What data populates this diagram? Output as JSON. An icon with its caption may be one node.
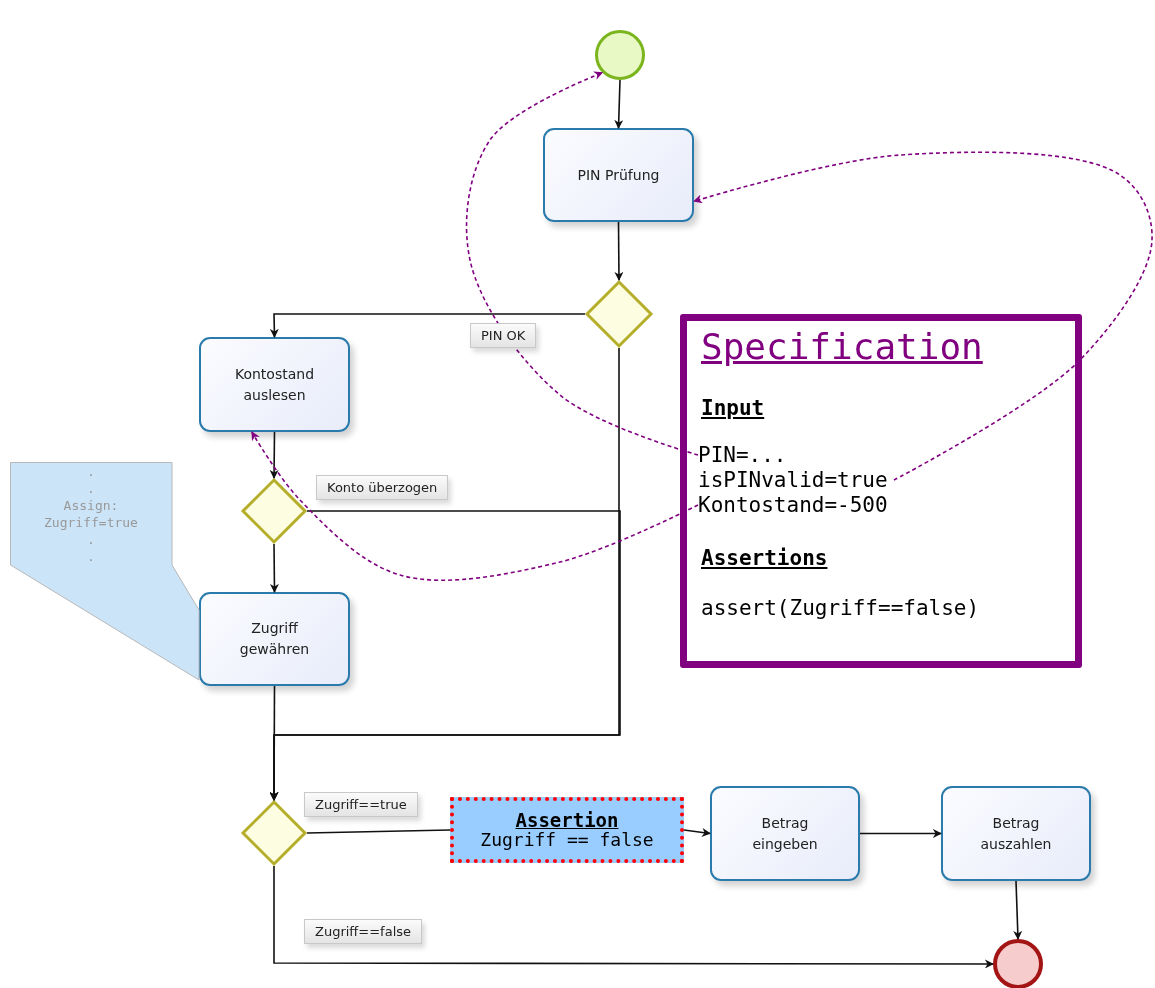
{
  "diagram": {
    "nodes": [
      {
        "text": [],
        "shape": "circle"
      },
      {
        "text": [
          "PIN Prüfung"
        ]
      },
      {
        "text": [],
        "shape": "diamond"
      },
      {
        "text": [
          "Kontostand auslesen"
        ]
      },
      {
        "text": [],
        "shape": "diamond"
      },
      {
        "text": [
          "Zugriff gewähren"
        ]
      },
      {
        "text": [],
        "shape": "diamond"
      },
      {
        "text": [
          "Assertion",
          "Zugriff == false"
        ]
      },
      {
        "text": [
          "Betrag eingeben"
        ]
      },
      {
        "text": [
          "Betrag auszahlen"
        ]
      },
      {
        "text": [],
        "shape": "circle"
      },
      {
        "text": [
          ". .",
          "Assign: Zugriff=true",
          ". ."
        ]
      },
      {
        "text": [
          "Specification",
          "Input",
          "Assertions",
          "assert(Zugriff==false)"
        ]
      },
      {
        "text": [
          "PIN=..."
        ],
        "in": 12
      },
      {
        "text": [
          "isPINvalid=true"
        ],
        "in": 12
      },
      {
        "text": [
          "Kontostand=-500"
        ],
        "in": 12
      }
    ],
    "edges": [
      {
        "from": 0,
        "to": 1,
        "arrow": "to"
      },
      {
        "from": 1,
        "to": 2,
        "arrow": "to"
      },
      {
        "from": 2,
        "to": 3,
        "arrow": "to",
        "label": "PIN OK"
      },
      {
        "from": 3,
        "to": 4,
        "arrow": "to"
      },
      {
        "from": 4,
        "to": 5,
        "arrow": "to"
      },
      {
        "from": 4,
        "to": 6,
        "arrow": "to",
        "label": "Konto überzogen"
      },
      {
        "from": 2,
        "to": 6,
        "arrow": "to"
      },
      {
        "from": 5,
        "to": 6,
        "arrow": "to"
      },
      {
        "from": 6,
        "to": 7,
        "arrow": "none",
        "label": "Zugriff==true"
      },
      {
        "from": 7,
        "to": 8,
        "arrow": "to"
      },
      {
        "from": 8,
        "to": 9,
        "arrow": "to"
      },
      {
        "from": 9,
        "to": 10,
        "arrow": "to"
      },
      {
        "from": 6,
        "to": 10,
        "arrow": "to",
        "label": "Zugriff==false"
      },
      {
        "from": 13,
        "to": 0,
        "arrow": "to",
        "style": "dashed",
        "color": "#800080"
      },
      {
        "from": 14,
        "to": 1,
        "arrow": "to",
        "style": "dashed",
        "color": "#800080"
      },
      {
        "from": 15,
        "to": 3,
        "arrow": "to",
        "style": "dashed",
        "color": "#800080"
      }
    ]
  }
}
